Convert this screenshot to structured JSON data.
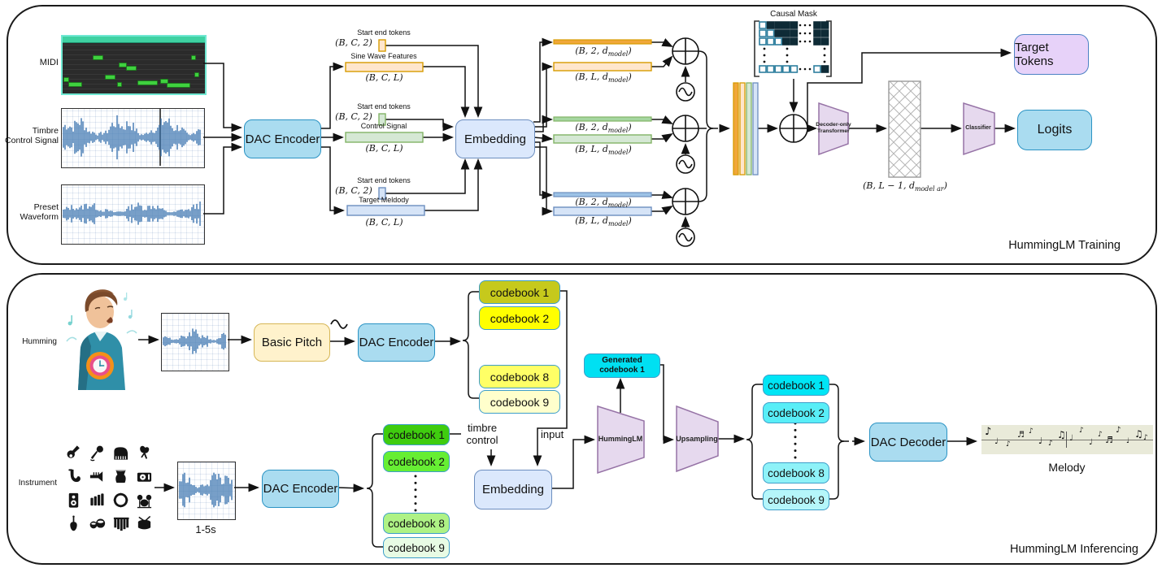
{
  "training": {
    "title": "HummingLM Training",
    "midi_label": "MIDI",
    "timbre_label": [
      "Timbre",
      "Control Signal"
    ],
    "preset_label": [
      "Preset",
      "Waveform"
    ],
    "dac_encoder": "DAC Encoder",
    "embedding": "Embedding",
    "groups": [
      {
        "id": "sine-wave",
        "start_tokens": "Start end tokens",
        "start_shape": "(B, C, 2)",
        "feature": "Sine Wave Features",
        "feature_shape": "(B, C, L)",
        "emb_start_shape": "(B, 2, d{model})",
        "emb_feature_shape": "(B, L, d{model})"
      },
      {
        "id": "control-signal",
        "start_tokens": "Start end tokens",
        "start_shape": "(B, C, 2)",
        "feature": "Control Signal",
        "feature_shape": "(B, C, L)",
        "emb_start_shape": "(B, 2, d{model})",
        "emb_feature_shape": "(B, L, d{model})"
      },
      {
        "id": "target-melody",
        "start_tokens": "Start end tokens",
        "start_shape": "(B, C, 2)",
        "feature": "Target Meldody",
        "feature_shape": "(B, C, L)",
        "emb_start_shape": "(B, 2, d{model})",
        "emb_feature_shape": "(B, L, d{model})"
      }
    ],
    "causal_mask": {
      "label": "Causal Mask",
      "rows": [
        "offff.ff",
        "oofff.ff",
        "oooff.ff",
        "vdots",
        "vdots",
        "vdots",
        "ooooo.of"
      ]
    },
    "transformer": [
      "Decoder-only",
      "Transformer"
    ],
    "hatch_shape": "(B, L − 1, d{model ar})",
    "classifier": "Classifier",
    "target_tokens": "Target Tokens",
    "logits": "Logits",
    "midi_notes": [
      [
        37,
        23,
        11
      ],
      [
        69,
        32,
        8
      ],
      [
        78,
        36,
        11
      ],
      [
        158,
        23,
        4
      ],
      [
        52,
        47,
        11
      ],
      [
        1,
        50,
        5
      ],
      [
        7,
        56,
        15
      ],
      [
        67,
        56,
        4
      ],
      [
        92,
        54,
        23
      ],
      [
        120,
        52,
        8
      ],
      [
        128,
        57,
        27
      ],
      [
        162,
        44,
        4
      ]
    ]
  },
  "inference": {
    "title": "HummingLM Inferencing",
    "humming_label": "Humming",
    "instrument_label": "Instrument",
    "basic_pitch": "Basic Pitch",
    "dac_encoder_humming": "DAC Encoder",
    "dac_encoder_instrument": "DAC Encoder",
    "dac_decoder": "DAC Decoder",
    "duration_label": "1-5s",
    "timbre_control_label": [
      "timbre",
      "control"
    ],
    "input_label": "input",
    "embedding": "Embedding",
    "hummingLM": "HummingLM",
    "upsampling": "Upsampling",
    "generated_codebook": [
      "Generated",
      "codebook 1"
    ],
    "melody_label": "Melody",
    "humming_codebooks": [
      "codebook 1",
      "codebook 2",
      "codebook 8",
      "codebook 9"
    ],
    "instrument_codebooks": [
      "codebook 1",
      "codebook 2",
      "codebook 8",
      "codebook 9"
    ],
    "output_codebooks": [
      "codebook 1",
      "codebook 2",
      "codebook 8",
      "codebook 9"
    ],
    "instrument_icons": [
      "guitar",
      "microphone",
      "piano",
      "maracas",
      "saxophone",
      "trumpet",
      "djembe",
      "turntable",
      "speaker",
      "xylophone",
      "tambourine",
      "drum-kit",
      "violin",
      "bongos",
      "pan-flute",
      "snare-drum"
    ]
  },
  "colors": {
    "panel_border": "#1a1a1a",
    "blue_box_fill": "#aadcf0",
    "blue_box_stroke": "#2b93c4",
    "embedding_fill": "#dbe8fc",
    "embedding_stroke": "#6c8ebf",
    "basic_pitch_fill": "#fff2cc",
    "basic_pitch_stroke": "#d6b656",
    "target_tokens_fill": "#e7d2f9",
    "target_tokens_stroke": "#4d82c4",
    "trapezoid_fill": "#e6d9ee",
    "trapezoid_stroke": "#9673a6",
    "orange_stroke": "#d79b00",
    "orange_fill": "#ffe6cc",
    "orange_solid": "#f0a73a",
    "green_stroke": "#82b366",
    "green_fill": "#d5e8d4",
    "green_solid": "#a5d6a0",
    "blue_stroke": "#6c8ebf",
    "blue_fill": "#d6e4f7",
    "blue_solid": "#9dc3e6",
    "codebook_stroke": "#3d9ec9",
    "yellow_codebook_fills": [
      "#c6c91c",
      "#ffff00",
      "#ffff66",
      "#ffffcc"
    ],
    "green_codebook_fills": [
      "#3fcc0f",
      "#66ee33",
      "#aef285",
      "#e8fbe4"
    ],
    "cyan_codebook_fills": [
      "#00e5f5",
      "#58eef7",
      "#8ef2f8",
      "#b5f6fa"
    ],
    "generated_fill": "#00e0f2",
    "waveform": "#4a7fb5",
    "midi_note": "#3fd13f",
    "midi_bg": "#2b2b2b",
    "midi_border": "#6fe8d2",
    "mask_filled": "#0e2b36",
    "mask_open_stroke": "#2e7f9e",
    "melody_bg": "#e9ead9"
  }
}
